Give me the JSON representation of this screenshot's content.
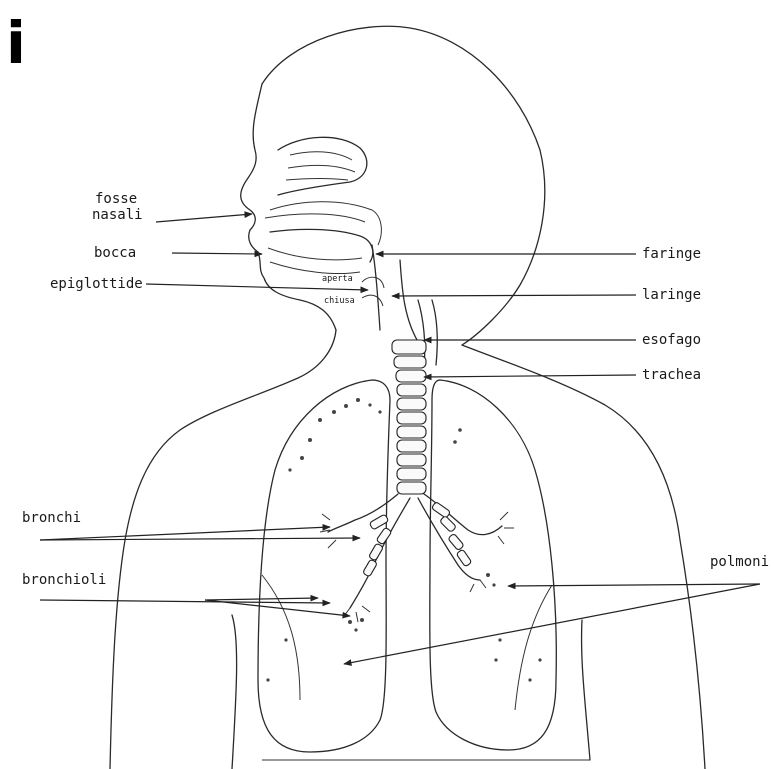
{
  "corner_text": "i",
  "labels": {
    "fosse_nasali_1": "fosse",
    "fosse_nasali_2": "nasali",
    "bocca": "bocca",
    "epiglottide": "epiglottide",
    "aperta": "aperta",
    "chiusa": "chiusa",
    "faringe": "faringe",
    "laringe": "laringe",
    "esofago": "esofago",
    "trachea": "trachea",
    "bronchi": "bronchi",
    "bronchioli": "bronchioli",
    "polmoni": "polmoni"
  }
}
